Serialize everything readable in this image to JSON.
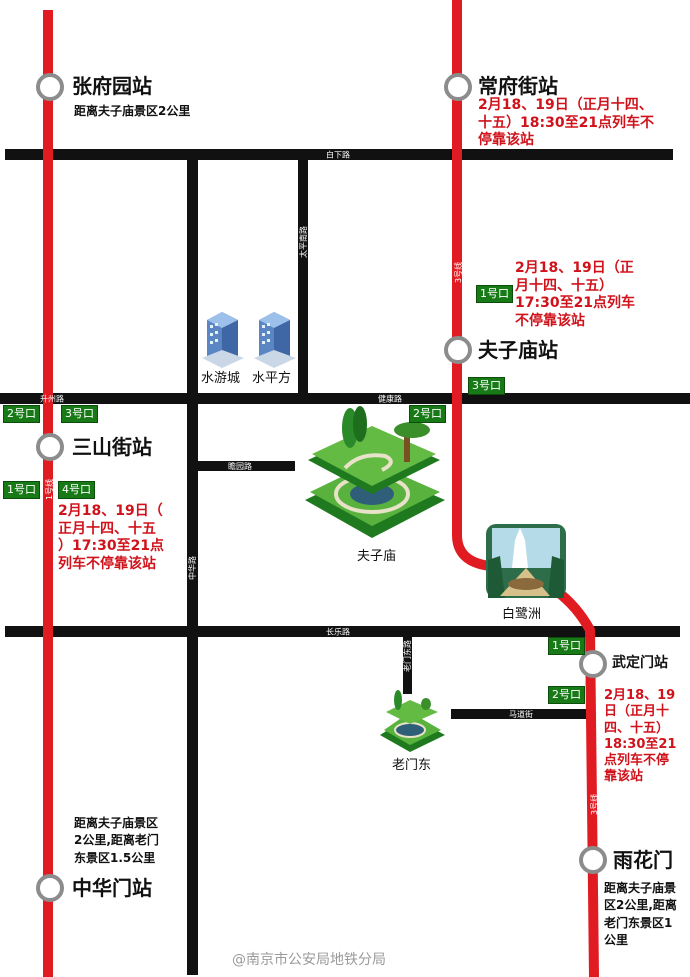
{
  "colors": {
    "metro_line": "#e11b22",
    "road": "#111111",
    "exit_badge": "#177a17",
    "warning_text": "#d0121b"
  },
  "roads": {
    "baixia": "白下路",
    "taiping": "太平南路",
    "shengzhou": "升州路",
    "jiankang": "健康路",
    "zhanyuan": "瞻园路",
    "zhonghua": "中华路",
    "changle": "长乐路",
    "laomen": "老门东路",
    "madao": "马道街"
  },
  "line_labels": {
    "line1": "1号线",
    "line3_upper": "3号线",
    "line3_lower": "3号线"
  },
  "stations": {
    "zhangfuyuan": {
      "name": "张府园站",
      "note": "距离夫子庙景区2公里"
    },
    "changfujie": {
      "name": "常府街站",
      "warning_lines": [
        "2月18、19日（正月十四、",
        "十五）18:30至21点列车不",
        "停靠该站"
      ]
    },
    "fuzimiao": {
      "name": "夫子庙站",
      "warning_lines": [
        "2月18、19日（正",
        "月十四、十五）",
        "17:30至21点列车",
        "不停靠该站"
      ]
    },
    "sanshanjie": {
      "name": "三山街站",
      "warning_lines": [
        "2月18、19日（",
        "正月十四、十五",
        "）17:30至21点",
        "列车不停靠该站"
      ]
    },
    "wudingmen": {
      "name": "武定门站",
      "warning_lines": [
        "2月18、19",
        "日（正月十",
        "四、十五）",
        "18:30至21",
        "点列车不停",
        "靠该站"
      ]
    },
    "zhonghuamen": {
      "name": "中华门站",
      "note_lines": [
        "距离夫子庙景区",
        "2公里,距离老门",
        "东景区1.5公里"
      ]
    },
    "yuhuamen": {
      "name": "雨花门",
      "note_lines": [
        "距离夫子庙景",
        "区2公里,距离",
        "老门东景区1",
        "公里"
      ]
    }
  },
  "exits": {
    "fuzimiao_1": "1号口",
    "fuzimiao_3": "3号口",
    "fuzimiao_2": "2号口",
    "sanshan_2": "2号口",
    "sanshan_3": "3号口",
    "sanshan_1": "1号口",
    "sanshan_4": "4号口",
    "wuding_1": "1号口",
    "wuding_2": "2号口"
  },
  "places": {
    "shuiyoucheng": "水游城",
    "shuipingfang": "水平方",
    "fuzimiao": "夫子庙",
    "bailuzhou": "白鹭洲",
    "laomendong": "老门东"
  },
  "watermark": "@南京市公安局地铁分局"
}
